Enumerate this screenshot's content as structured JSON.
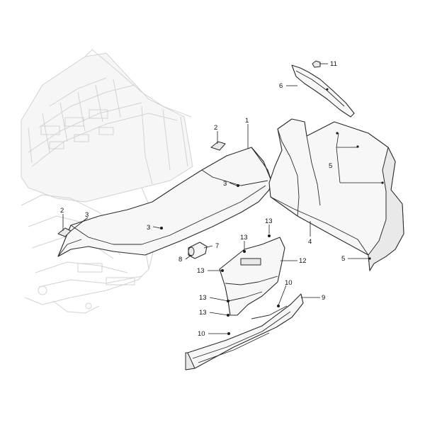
{
  "callouts": [
    {
      "id": "c1",
      "text": "1"
    },
    {
      "id": "c2a",
      "text": "2"
    },
    {
      "id": "c2b",
      "text": "2"
    },
    {
      "id": "c3a",
      "text": "3"
    },
    {
      "id": "c3b",
      "text": "3"
    },
    {
      "id": "c3c",
      "text": "3"
    },
    {
      "id": "c4",
      "text": "4"
    },
    {
      "id": "c5a",
      "text": "5"
    },
    {
      "id": "c5b",
      "text": "5"
    },
    {
      "id": "c6",
      "text": "6"
    },
    {
      "id": "c7",
      "text": "7"
    },
    {
      "id": "c8",
      "text": "8"
    },
    {
      "id": "c9",
      "text": "9"
    },
    {
      "id": "c10a",
      "text": "10"
    },
    {
      "id": "c10b",
      "text": "10"
    },
    {
      "id": "c11",
      "text": "11"
    },
    {
      "id": "c12",
      "text": "12"
    },
    {
      "id": "c13a",
      "text": "13"
    },
    {
      "id": "c13b",
      "text": "13"
    },
    {
      "id": "c13c",
      "text": "13"
    },
    {
      "id": "c13d",
      "text": "13"
    },
    {
      "id": "c13e",
      "text": "13"
    }
  ]
}
